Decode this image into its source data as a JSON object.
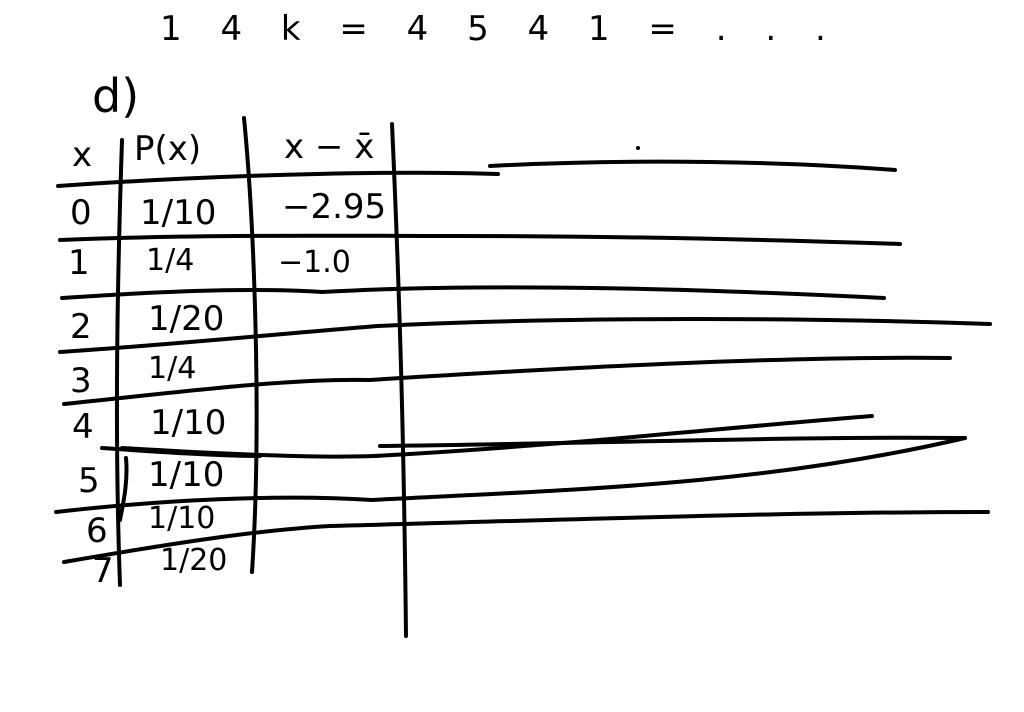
{
  "header_fragment": "1 4 k = 4 5   4 1 = . . .",
  "part_label": "d)",
  "table": {
    "columns": [
      "x",
      "P(x)",
      "x − x̄"
    ],
    "rows": [
      {
        "x": "0",
        "p": "1/10",
        "dev": "−2.95"
      },
      {
        "x": "1",
        "p": "1/4",
        "dev": "−1.0"
      },
      {
        "x": "2",
        "p": "1/20",
        "dev": ""
      },
      {
        "x": "3",
        "p": "1/4",
        "dev": ""
      },
      {
        "x": "4",
        "p": "1/10",
        "dev": ""
      },
      {
        "x": "5",
        "p": "1/10",
        "dev": ""
      },
      {
        "x": "6",
        "p": "1/10",
        "dev": ""
      },
      {
        "x": "7",
        "p": "1/20",
        "dev": ""
      }
    ]
  }
}
